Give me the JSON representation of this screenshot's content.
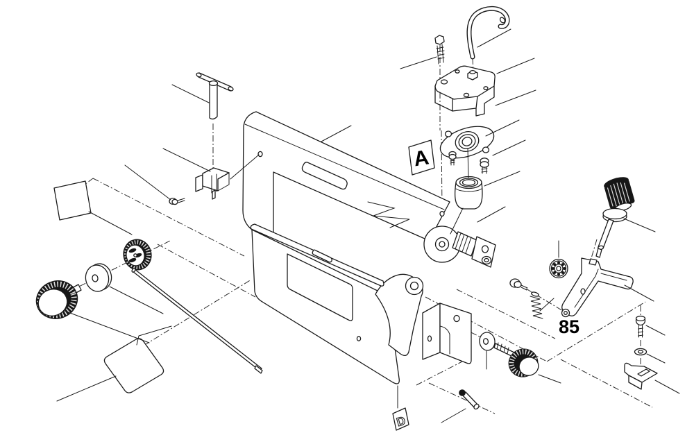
{
  "page": {
    "background": "#ffffff",
    "line_color": "#1a1a1a",
    "type": "exploded-parts-diagram"
  },
  "diagram": {
    "callouts": {
      "detail_a": "A",
      "part_number": "85",
      "detail_d": "D"
    },
    "parts": [
      "hanger-hook",
      "pan-head-screw",
      "gear-cover",
      "flange-bearing",
      "flange-screw-left",
      "flange-screw-right",
      "bearing-bushing",
      "t-handle-wrench",
      "blade-clip",
      "clip-screw",
      "name-plate-upper",
      "name-plate-lower",
      "main-frame",
      "mounting-bracket",
      "blade-bar",
      "clamp-knob",
      "flat-washer-left",
      "hand-wheel",
      "tension-rod",
      "tension-knob",
      "knob-flange",
      "knob-shaft",
      "ball-bearing",
      "set-screw",
      "compression-spring",
      "blade-holder",
      "washer-mid",
      "lock-knob",
      "dowel-pin",
      "clamp-screw-right",
      "washer-right",
      "hold-down-clamp",
      "d-marker-plate"
    ]
  }
}
